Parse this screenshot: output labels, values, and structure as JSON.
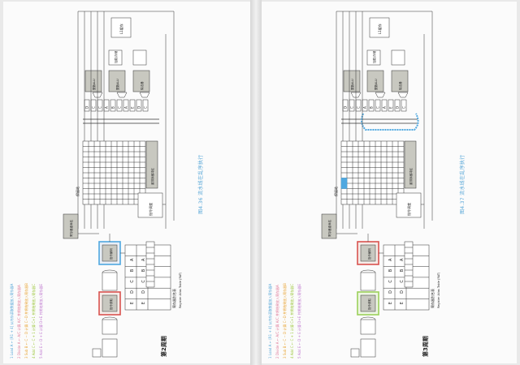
{
  "left_page": {
    "caption": "图4.36  流水线在乱序执行",
    "cycle_label": "第2周期",
    "instructions": [
      {
        "text": "1  Load A ← [R1 + 4]  从内存读取数据放入寄存器A",
        "color": "#5aa8d8"
      },
      {
        "text": "2  Divide A ← A/C  计算 A/C 并将结果放入寄存器A",
        "color": "#e07b9a"
      },
      {
        "text": "3  Sub B ← C − D  计算 C−D 并将结果放入寄存器B",
        "color": "#e9a73a"
      },
      {
        "text": "4  Add C ← C + 1  计算 C+1 并将结果放入寄存器C",
        "color": "#9fc840"
      },
      {
        "text": "5  Add E ← D + E  计算 D+E 并将结果放入寄存器E",
        "color": "#c07bd0"
      }
    ]
  },
  "right_page": {
    "caption": "图4.37  流水线在乱序执行",
    "cycle_label": "第3周期",
    "instructions": [
      {
        "text": "1  Load A ← [R1 + 4]  从内存读取数据放入寄存器A",
        "color": "#5aa8d8"
      },
      {
        "text": "2  Divide A ← A/C  计算 A/C 并将结果放入寄存器A",
        "color": "#e07b9a"
      },
      {
        "text": "3  Sub B ← C − D  计算 C−D 并将结果放入寄存器B",
        "color": "#e9a73a"
      },
      {
        "text": "4  Add C ← C + 1  计算 C+1 并将结果放入寄存器C",
        "color": "#9fc840"
      },
      {
        "text": "5  Add E ← D + E  计算 D+E 并将结果放入寄存器E",
        "color": "#c07bd0"
      }
    ]
  },
  "diagram_labels": {
    "fetch_unit": "指令获取",
    "decode_unit": "指令解码",
    "rename_unit": "寄存器重命名",
    "dispatch_unit": "指令调度",
    "reg_table_title": "寄存器别名表",
    "reg_table_subtitle": "Register Alias Table (RAT)",
    "register_names": [
      "A",
      "B",
      "C",
      "D",
      "E"
    ],
    "rat_values_left": [
      "A",
      "B",
      "C",
      "D",
      "E"
    ],
    "rat_values_right": [
      "A",
      "B",
      "C",
      "D",
      "E"
    ],
    "reservation_station": "保留站",
    "reorder_buffer": "重排序缓冲区",
    "alu_1": "整数ALU",
    "alu_2": "整数ALU",
    "alu_3": "除法器",
    "load_store": "加载/存储",
    "cache": "L1缓存"
  },
  "colors": {
    "grey_block": "#c8c8c0",
    "red_highlight": "#d9534f",
    "blue_highlight": "#4fa8e0",
    "green_highlight": "#9bd05a",
    "line": "#333333"
  }
}
